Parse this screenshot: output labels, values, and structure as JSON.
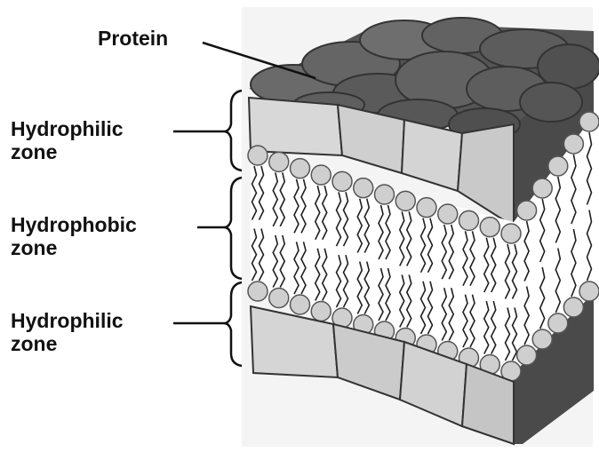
{
  "labels": {
    "protein": "Protein",
    "upper_zone": {
      "line1": "Hydrophilic",
      "line2": "zone"
    },
    "middle_zone": {
      "line1": "Hydrophobic",
      "line2": "zone"
    },
    "lower_zone": {
      "line1": "Hydrophilic",
      "line2": "zone"
    }
  },
  "colors": {
    "protein_top": "#5f5f5f",
    "protein_dark": "#3d3d3d",
    "protein_face": "#d2d2d2",
    "lipid_head": "#cfcfcf",
    "tail": "#1f1f1f",
    "shadow": "#4a4a4a",
    "background_panel": "#f2f2f2"
  }
}
